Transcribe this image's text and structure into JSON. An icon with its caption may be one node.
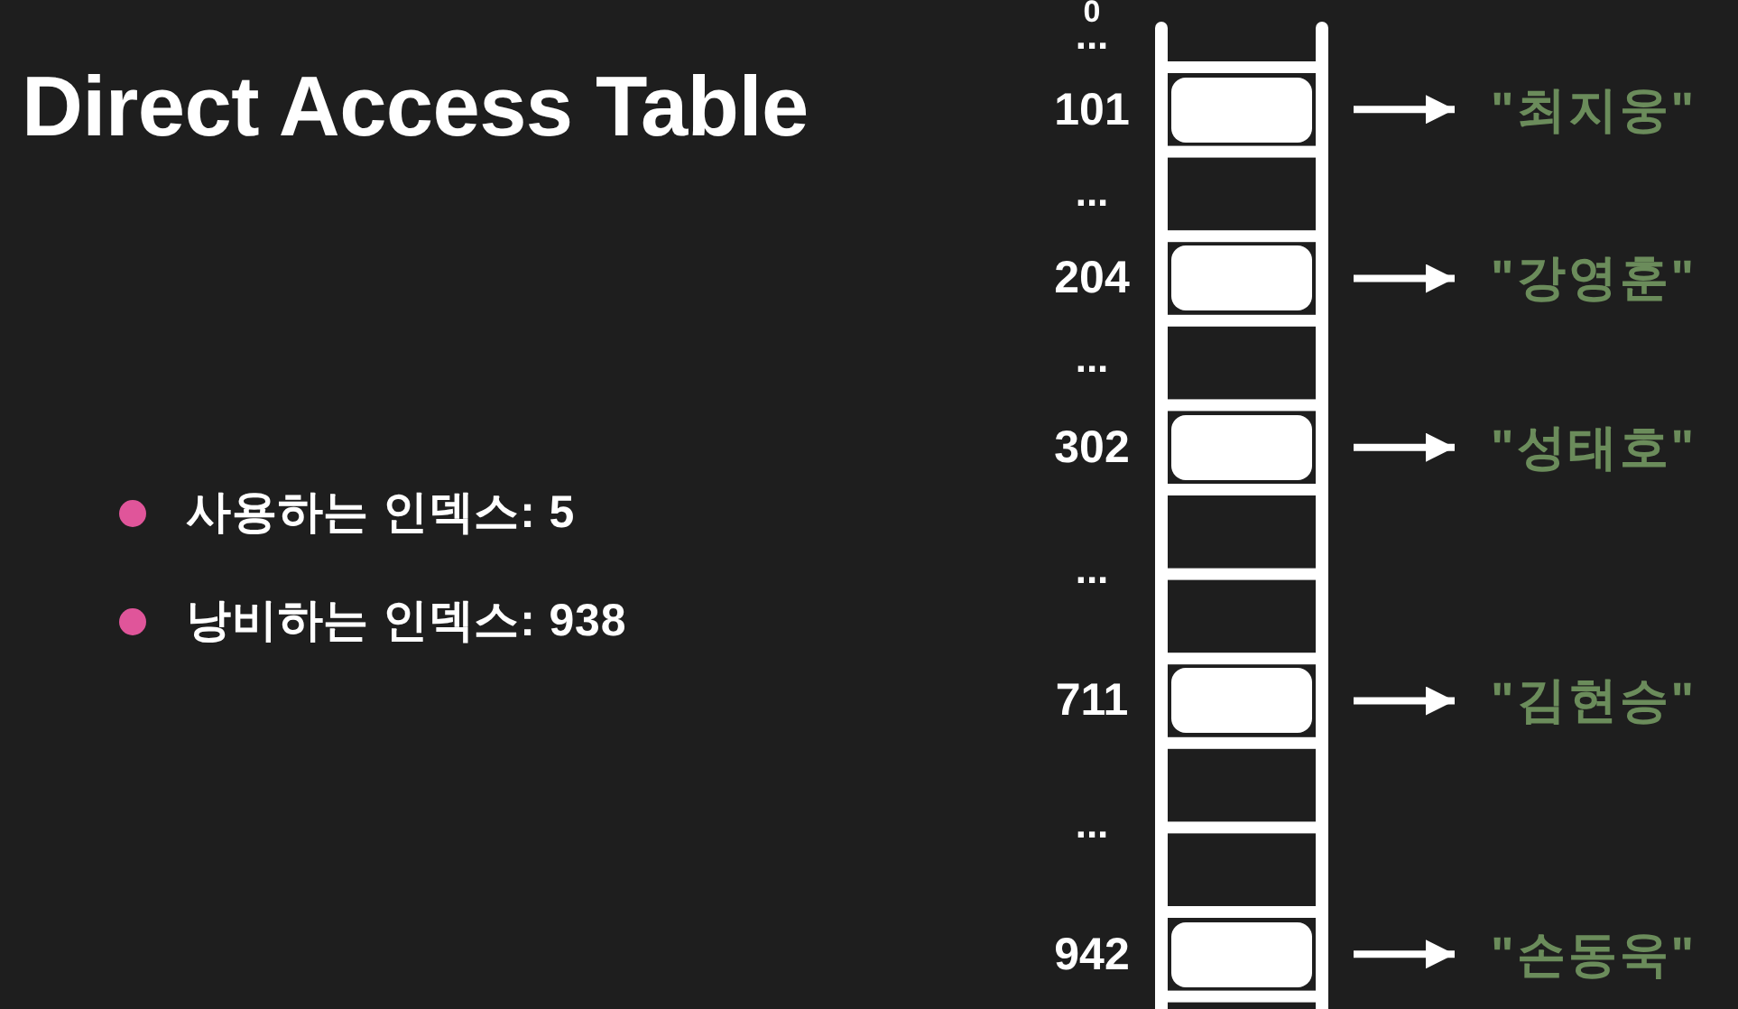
{
  "diagram": {
    "title": "Direct Access Table",
    "nodes": [
      {
        "text": [],
        "shape": "box",
        "beside": [
          "101"
        ]
      },
      {
        "text": [
          "\"최지웅\""
        ]
      },
      {
        "text": [],
        "shape": "box",
        "beside": [
          "204"
        ]
      },
      {
        "text": [
          "\"강영훈\""
        ]
      },
      {
        "text": [],
        "shape": "box",
        "beside": [
          "302"
        ]
      },
      {
        "text": [
          "\"성태호\""
        ]
      },
      {
        "text": [],
        "shape": "box",
        "beside": [
          "711"
        ]
      },
      {
        "text": [
          "\"김현승\""
        ]
      },
      {
        "text": [],
        "shape": "box",
        "beside": [
          "942"
        ]
      },
      {
        "text": [
          "\"손동욱\""
        ]
      }
    ],
    "edges": [
      {
        "from": 0,
        "to": 1,
        "arrow": "to"
      },
      {
        "from": 2,
        "to": 3,
        "arrow": "to"
      },
      {
        "from": 4,
        "to": 5,
        "arrow": "to"
      },
      {
        "from": 6,
        "to": 7,
        "arrow": "to"
      },
      {
        "from": 8,
        "to": 9,
        "arrow": "to"
      }
    ],
    "labels": [
      "0",
      "...",
      "...",
      "...",
      "...",
      "...",
      "사용하는 인덱스: 5",
      "낭비하는 인덱스: 938"
    ]
  }
}
